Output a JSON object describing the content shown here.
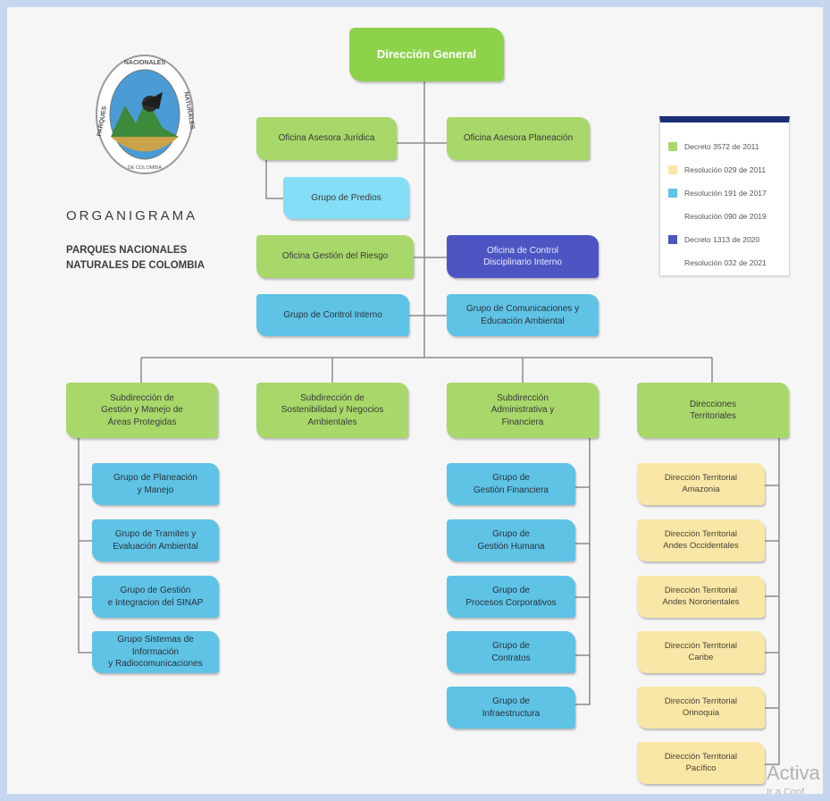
{
  "logo": {
    "top_text": "NACIONALES",
    "left_text": "PARQUES",
    "right_text": "NATURALES",
    "bottom_text": "DE COLOMBIA"
  },
  "title": {
    "organigrama": "ORGANIGRAMA",
    "entity": "PARQUES NACIONALES\nNATURALES DE COLOMBIA"
  },
  "colors": {
    "green": "#a8d86a",
    "direction_green": "#8cd34b",
    "teal": "#5fc3e6",
    "cyan": "#85def7",
    "blue": "#4d55c3",
    "yellow": "#f9e7a7",
    "legend_header": "#1b2f75"
  },
  "direccion_general": "Dirección General",
  "oficinas": {
    "juridica": "Oficina Asesora Jurídica",
    "planeacion": "Oficina Asesora Planeación",
    "predios": "Grupo de Predios",
    "riesgo": "Oficina Gestión del Riesgo",
    "control_disciplinario": "Oficina de Control\nDisciplinario Interno",
    "control_interno": "Grupo de Control Interno",
    "comunicaciones": "Grupo de Comunicaciones y\nEducación Ambiental"
  },
  "subdirecciones": {
    "gestion": "Subdirección de\nGestión y Manejo de\nÁreas Protegidas",
    "sostenibilidad": "Subdirección de\nSostenibilidad y Negocios\nAmbientales",
    "administrativa": "Subdirección\nAdministrativa y\nFinanciera",
    "territoriales": "Direcciones\nTerritoriales"
  },
  "grupos_gestion": [
    "Grupo de Planeación\ny Manejo",
    "Grupo de Tramites y\nEvaluación Ambiental",
    "Grupo de Gestión\ne Integracion del SINAP",
    "Grupo Sistemas de Información\ny Radiocomunicaciones"
  ],
  "grupos_administrativa": [
    "Grupo de\nGestión Financiera",
    "Grupo de\nGestión Humana",
    "Grupo de\nProcesos Corporativos",
    "Grupo de\nContratos",
    "Grupo de\nInfraestructura"
  ],
  "territoriales": [
    "Dirección Territorial\nAmazonia",
    "Dirección Territorial\nAndes Occidentales",
    "Dirección Territorial\nAndes Nororientales",
    "Dirección Territorial\nCaribe",
    "Dirección Territorial\nOrinoquia",
    "Dirección Territorial\nPacífico"
  ],
  "legend": [
    {
      "label": "Decreto 3572 de 2011",
      "color": "#a8d86a"
    },
    {
      "label": "Resolución 029 de 2011",
      "color": "#f9e7a7"
    },
    {
      "label": "Resolución 191 de 2017",
      "color": "#5fc3e6"
    },
    {
      "label": "Resolución 090 de 2019",
      "color": ""
    },
    {
      "label": "Decreto 1313 de 2020",
      "color": "#4d55c3"
    },
    {
      "label": "Resolución 032 de 2021",
      "color": ""
    }
  ],
  "watermark": {
    "line1": "Activa",
    "line2": "Ir a Conf"
  }
}
